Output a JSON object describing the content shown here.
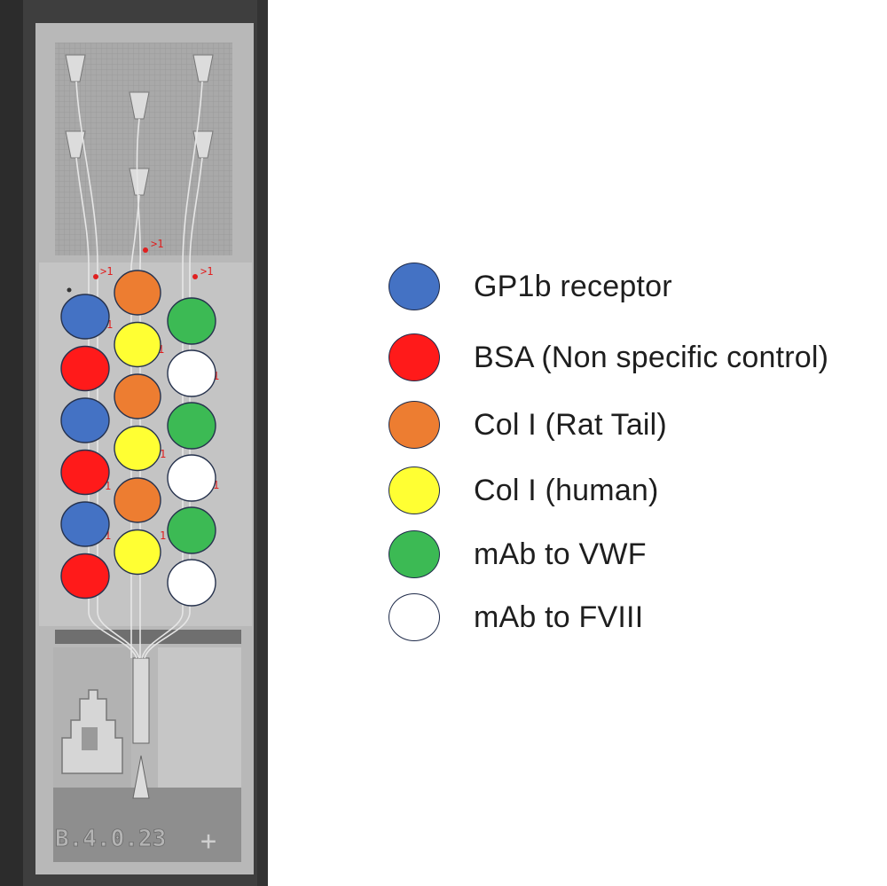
{
  "chip": {
    "label": "B.4.0.23",
    "plus_mark": "+",
    "markers": [
      ">1",
      ">1",
      ">1",
      "1",
      "1",
      "1",
      "1",
      "1",
      "1",
      "1",
      "1"
    ]
  },
  "spots": {
    "left": [
      "gp1b",
      "bsa",
      "gp1b",
      "bsa",
      "gp1b",
      "bsa"
    ],
    "center": [
      "col_rat",
      "col_human",
      "col_rat",
      "col_human",
      "col_rat",
      "col_human"
    ],
    "right": [
      "mab_vwf",
      "mab_fviii",
      "mab_vwf",
      "mab_fviii",
      "mab_vwf",
      "mab_fviii"
    ]
  },
  "legend": [
    {
      "key": "gp1b",
      "label": "GP1b receptor",
      "color": "#4472c4"
    },
    {
      "key": "bsa",
      "label": "BSA (Non specific control)",
      "color": "#ff1a1a"
    },
    {
      "key": "col_rat",
      "label": "Col I (Rat Tail)",
      "color": "#ed7d31"
    },
    {
      "key": "col_human",
      "label": "Col I (human)",
      "color": "#ffff33"
    },
    {
      "key": "mab_vwf",
      "label": "mAb to VWF",
      "color": "#3cba54"
    },
    {
      "key": "mab_fviii",
      "label": "mAb to FVIII",
      "color": "#ffffff"
    }
  ]
}
